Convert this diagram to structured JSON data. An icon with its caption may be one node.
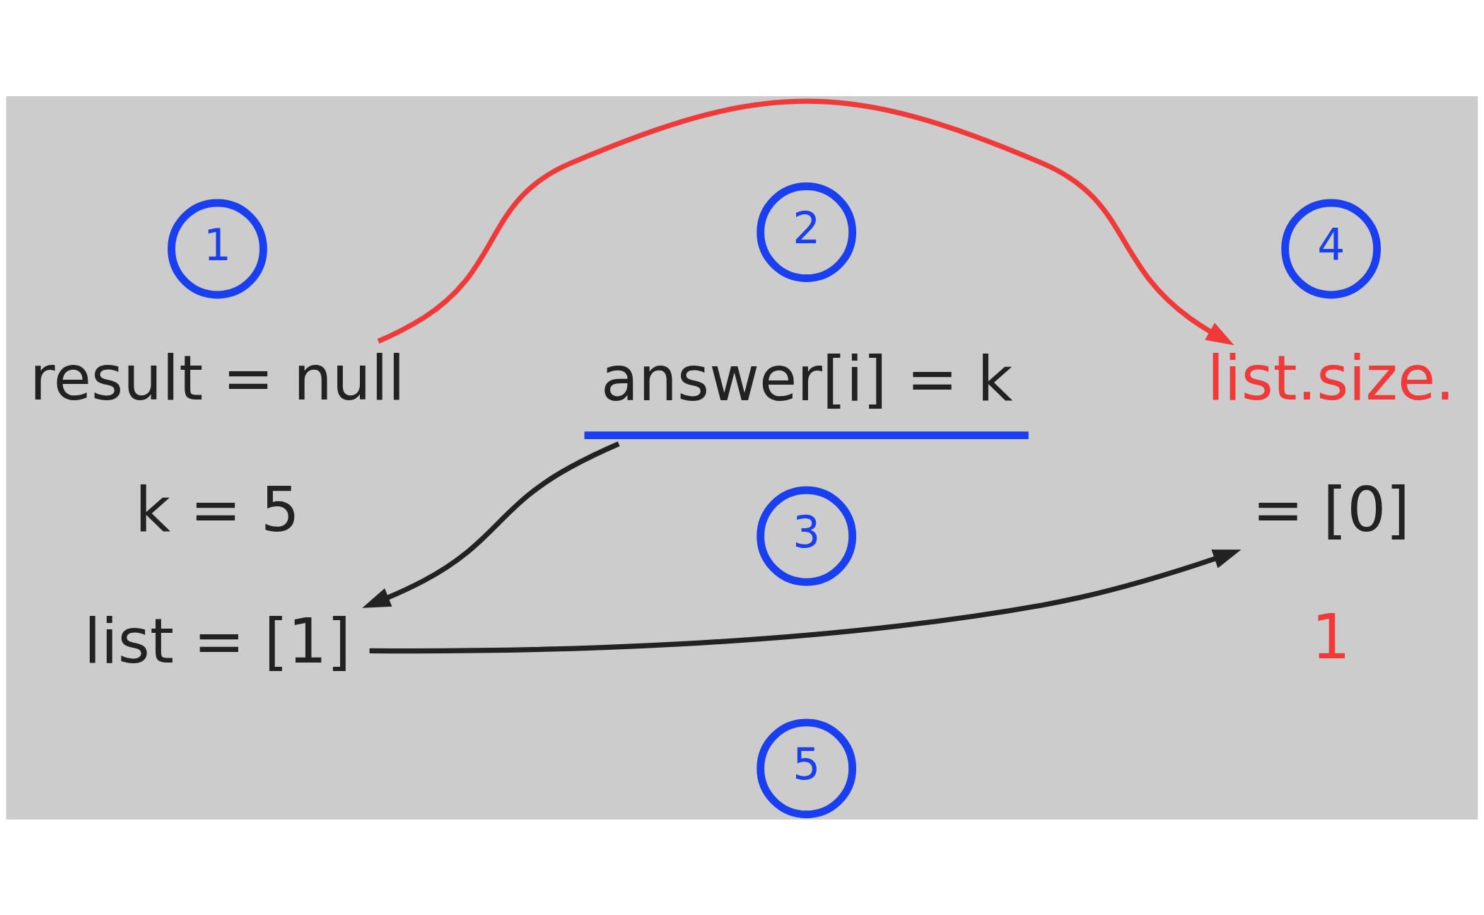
{
  "diagram": {
    "nodes": [
      {
        "text": [
          "1"
        ]
      },
      {
        "text": [
          "result = null"
        ]
      },
      {
        "text": [
          "k = 5"
        ]
      },
      {
        "text": [
          "list = [1]"
        ]
      },
      {
        "text": [
          "2"
        ]
      },
      {
        "text": [
          "answer[i] = k"
        ]
      },
      {
        "text": [
          "3"
        ]
      },
      {
        "text": [
          "4"
        ]
      },
      {
        "text": [
          "list.size."
        ]
      },
      {
        "text": [
          "= [0]"
        ],
        "beside": [
          "1"
        ]
      },
      {
        "text": [
          "5"
        ]
      }
    ],
    "edges": [
      {
        "from": 5,
        "to": 3,
        "arrow": "to"
      },
      {
        "from": 1,
        "to": 8,
        "arrow": "to",
        "color": "#f03a3a"
      },
      {
        "from": 3,
        "to": 9,
        "arrow": "to"
      }
    ]
  }
}
